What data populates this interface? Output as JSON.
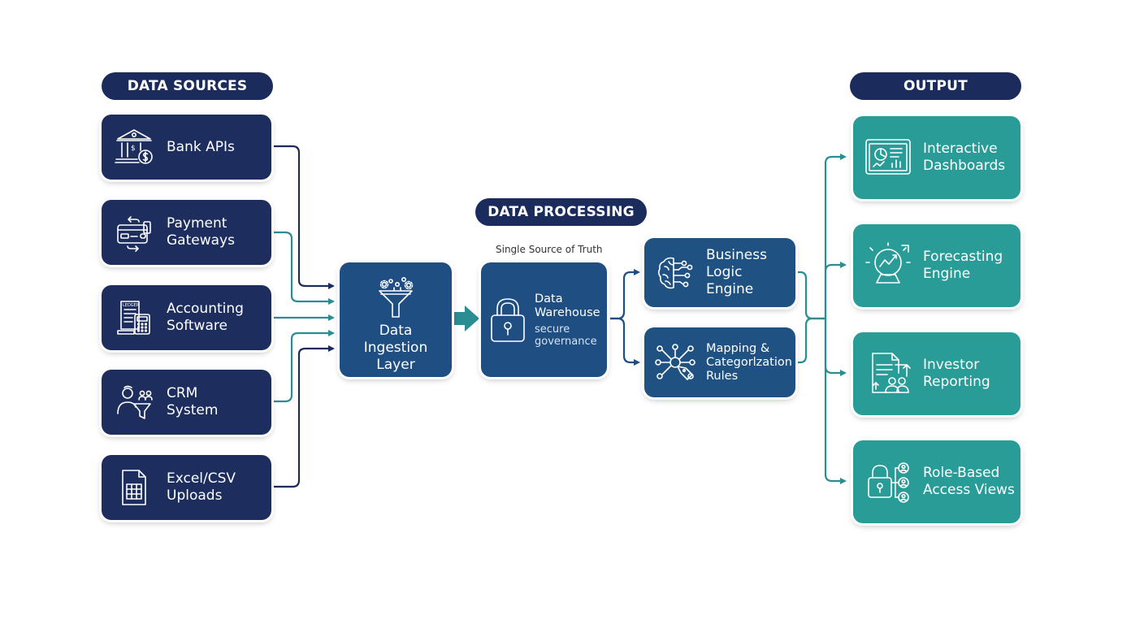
{
  "headers": {
    "sources": "DATA SOURCES",
    "processing": "DATA PROCESSING",
    "output": "OUTPUT"
  },
  "sources": [
    {
      "label": "Bank APIs",
      "icon": "bank-icon"
    },
    {
      "label": "Payment\nGateways",
      "icon": "payment-card-icon"
    },
    {
      "label": "Accounting\nSoftware",
      "icon": "ledger-calculator-icon"
    },
    {
      "label": "CRM\nSystem",
      "icon": "crm-funnel-icon"
    },
    {
      "label": "Excel/CSV\nUploads",
      "icon": "spreadsheet-icon"
    }
  ],
  "ingestion": {
    "label": "Data\nIngestion\nLayer",
    "icon": "filter-funnel-icon"
  },
  "warehouse": {
    "caption": "Single Source of Truth",
    "label": "Data\nWarehouse",
    "sub": "secure\ngovernance",
    "icon": "padlock-icon"
  },
  "logic": [
    {
      "label": "Business\nLogic\nEngine",
      "icon": "brain-circuit-icon"
    },
    {
      "label": "Mapping &\nCategorlzation\nRules",
      "icon": "network-tag-icon"
    }
  ],
  "outputs": [
    {
      "label": "Interactive\nDashboards",
      "icon": "dashboard-icon"
    },
    {
      "label": "Forecasting\nEngine",
      "icon": "crystal-ball-icon"
    },
    {
      "label": "Investor\nReporting",
      "icon": "report-icon"
    },
    {
      "label": "Role-Based\nAccess Views",
      "icon": "lock-users-icon"
    }
  ],
  "colors": {
    "navy": "#1d2d5e",
    "blue": "#1f4f82",
    "teal": "#2a9c98",
    "connector_navy": "#1b2c5c",
    "connector_teal": "#2a8d91"
  }
}
